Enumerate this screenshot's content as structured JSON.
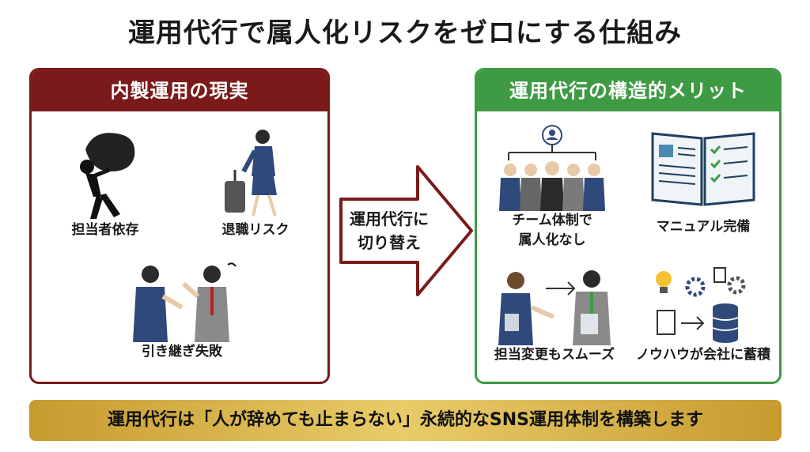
{
  "title": "運用代行で属人化リスクをゼロにする仕組み",
  "left_panel": {
    "header": "内製運用の現実",
    "items": [
      {
        "icon": "burden-person-icon",
        "label": "担当者依存"
      },
      {
        "icon": "leaving-person-icon",
        "label": "退職リスク"
      },
      {
        "icon": "handover-people-icon",
        "label": "引き継ぎ失敗"
      }
    ]
  },
  "arrow": {
    "line1": "運用代行に",
    "line2": "切り替え"
  },
  "right_panel": {
    "header": "運用代行の構造的メリット",
    "items": [
      {
        "icon": "team-org-icon",
        "line1": "チーム体制で",
        "line2": "属人化なし"
      },
      {
        "icon": "manual-book-icon",
        "line1": "マニュアル完備",
        "line2": ""
      },
      {
        "icon": "smooth-handover-icon",
        "line1": "担当変更もスムーズ",
        "line2": ""
      },
      {
        "icon": "knowhow-database-icon",
        "line1": "ノウハウが会社に蓄積",
        "line2": ""
      }
    ]
  },
  "banner": "運用代行は「人が辞めても止まらない」永続的なSNS運用体制を構築します",
  "colors": {
    "left_accent": "#7a1a1a",
    "right_accent": "#3f9a44",
    "banner_gold": "#d8b24a",
    "suit_navy": "#2f4a7a"
  }
}
